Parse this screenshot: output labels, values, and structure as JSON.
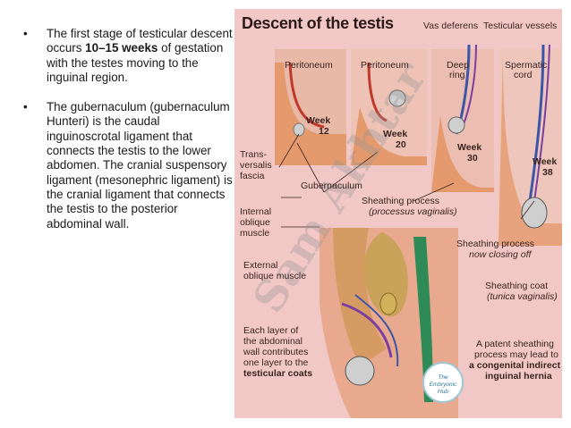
{
  "bullets": [
    {
      "pre": "The first stage of testicular descent occurs ",
      "bold": "10–15 weeks",
      "post": " of gestation with the testes moving to the inguinal region."
    },
    {
      "pre": "The gubernaculum (gubernaculum Hunteri) is the caudal inguinoscrotal ligament that connects the testis to the lower abdomen. The cranial suspensory ligament (mesonephric ligament) is the cranial ligament that connects the testis to the posterior abdominal wall.",
      "bold": "",
      "post": ""
    }
  ],
  "bullet_mark": "•",
  "figure": {
    "title": "Descent of the testis",
    "labels": {
      "vas_deferens": "Vas deferens",
      "testicular_vessels": "Testicular vessels",
      "peritoneum_1": "Peritoneum",
      "peritoneum_2": "Peritoneum",
      "deep_ring_1": "Deep",
      "deep_ring_2": "ring",
      "spermatic_cord_1": "Spermatic",
      "spermatic_cord_2": "cord",
      "week12_a": "Week",
      "week12_b": "12",
      "week20_a": "Week",
      "week20_b": "20",
      "week30_a": "Week",
      "week30_b": "30",
      "week38_a": "Week",
      "week38_b": "38",
      "transversalis_1": "Trans-",
      "transversalis_2": "versalis",
      "transversalis_3": "fascia",
      "gubernaculum": "Gubernaculum",
      "sheathing_process_1": "Sheathing process",
      "sheathing_process_2": "(processus vaginalis)",
      "internal_oblique_1": "Internal",
      "internal_oblique_2": "oblique",
      "internal_oblique_3": "muscle",
      "sheathing_closing_1": "Sheathing process",
      "sheathing_closing_2": "now closing off",
      "external_oblique_1": "External",
      "external_oblique_2": "oblique muscle",
      "sheathing_coat_1": "Sheathing coat",
      "sheathing_coat_2": "(tunica vaginalis)",
      "layers_1": "Each layer of",
      "layers_2": "the abdominal",
      "layers_3": "wall contributes",
      "layers_4": "one layer to the",
      "layers_5": "testicular coats",
      "hernia_1": "A patent sheathing",
      "hernia_2": "process may lead to",
      "hernia_3": "a congenital indirect",
      "hernia_4": "inguinal hernia"
    },
    "stamp_text": "The Embryonic Hub",
    "watermark": "Sam Akhtar"
  }
}
